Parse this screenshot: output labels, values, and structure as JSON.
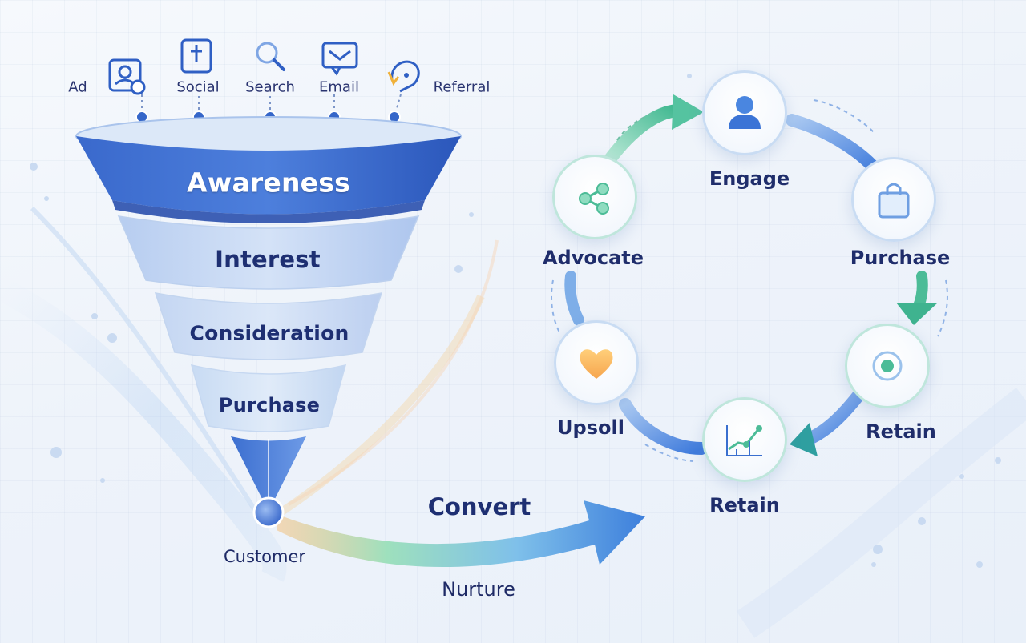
{
  "sources": [
    {
      "label": "Ad",
      "icon": "ad-profile-icon"
    },
    {
      "label": "Social",
      "icon": "social-icon"
    },
    {
      "label": "Search",
      "icon": "search-icon"
    },
    {
      "label": "Email",
      "icon": "email-icon"
    },
    {
      "label": "Referral",
      "icon": "referral-icon"
    }
  ],
  "funnel": {
    "stages": [
      "Awareness",
      "Interest",
      "Consideration",
      "Purchase"
    ],
    "endpoint": "Customer"
  },
  "flow": {
    "convert": "Convert",
    "nurture": "Nurture"
  },
  "loop": {
    "nodes": [
      {
        "label": "Engage",
        "icon": "person-icon"
      },
      {
        "label": "Purchase",
        "icon": "shopping-bag-icon"
      },
      {
        "label": "Retain",
        "icon": "target-icon"
      },
      {
        "label": "Retain",
        "icon": "growth-chart-icon"
      },
      {
        "label": "Upsoll",
        "icon": "heart-icon"
      },
      {
        "label": "Advocate",
        "icon": "share-icon"
      }
    ]
  },
  "colors": {
    "primary": "#2f5fc4",
    "accent_green": "#4cc3a0",
    "text_dark": "#1e2a66"
  }
}
